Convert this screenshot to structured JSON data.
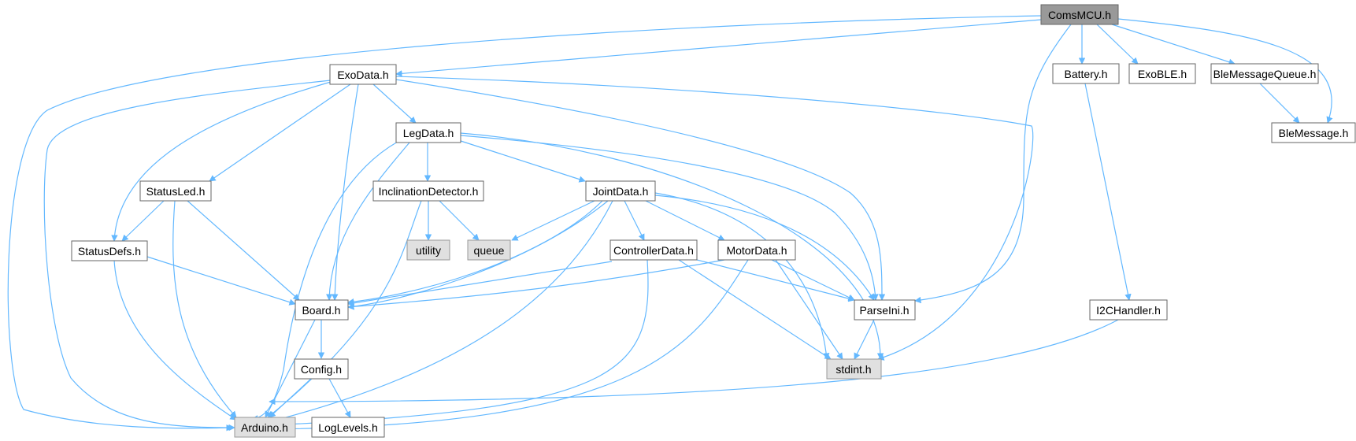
{
  "colors": {
    "edge": "#63b8ff",
    "node_border": "#666666",
    "node_fill": "#ffffff",
    "root_fill": "#999999",
    "external_fill": "#e0e0e0",
    "external_border": "#999999"
  },
  "nodes": {
    "comsmcu": {
      "label": "ComsMCU.h",
      "kind": "root"
    },
    "exodata": {
      "label": "ExoData.h",
      "kind": "local"
    },
    "battery": {
      "label": "Battery.h",
      "kind": "local"
    },
    "exoble": {
      "label": "ExoBLE.h",
      "kind": "local"
    },
    "blemessagequeue": {
      "label": "BleMessageQueue.h",
      "kind": "local"
    },
    "blemessage": {
      "label": "BleMessage.h",
      "kind": "local"
    },
    "legdata": {
      "label": "LegData.h",
      "kind": "local"
    },
    "statusled": {
      "label": "StatusLed.h",
      "kind": "local"
    },
    "inclination": {
      "label": "InclinationDetector.h",
      "kind": "local"
    },
    "jointdata": {
      "label": "JointData.h",
      "kind": "local"
    },
    "statusdefs": {
      "label": "StatusDefs.h",
      "kind": "local"
    },
    "utility": {
      "label": "utility",
      "kind": "external"
    },
    "queue": {
      "label": "queue",
      "kind": "external"
    },
    "controllerdata": {
      "label": "ControllerData.h",
      "kind": "local"
    },
    "motordata": {
      "label": "MotorData.h",
      "kind": "local"
    },
    "board": {
      "label": "Board.h",
      "kind": "local"
    },
    "parseini": {
      "label": "ParseIni.h",
      "kind": "local"
    },
    "i2chandler": {
      "label": "I2CHandler.h",
      "kind": "local"
    },
    "config": {
      "label": "Config.h",
      "kind": "local"
    },
    "stdint": {
      "label": "stdint.h",
      "kind": "external"
    },
    "arduino": {
      "label": "Arduino.h",
      "kind": "external"
    },
    "loglevels": {
      "label": "LogLevels.h",
      "kind": "local"
    }
  }
}
